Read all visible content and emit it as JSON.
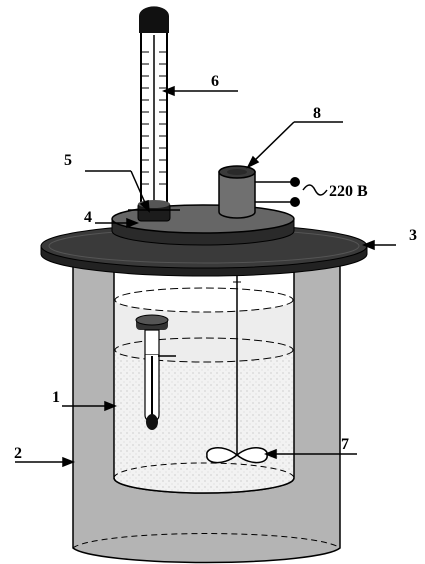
{
  "labels": {
    "l1": "1",
    "l2": "2",
    "l3": "3",
    "l4": "4",
    "l5": "5",
    "l6": "6",
    "l7": "7",
    "l8": "8",
    "voltage": "220 В"
  },
  "colors": {
    "background": "#ffffff",
    "outer_vessel": "#b4b4b4",
    "lid": "#2c2c2c",
    "liquid": "#ececec",
    "outline": "#000000"
  }
}
